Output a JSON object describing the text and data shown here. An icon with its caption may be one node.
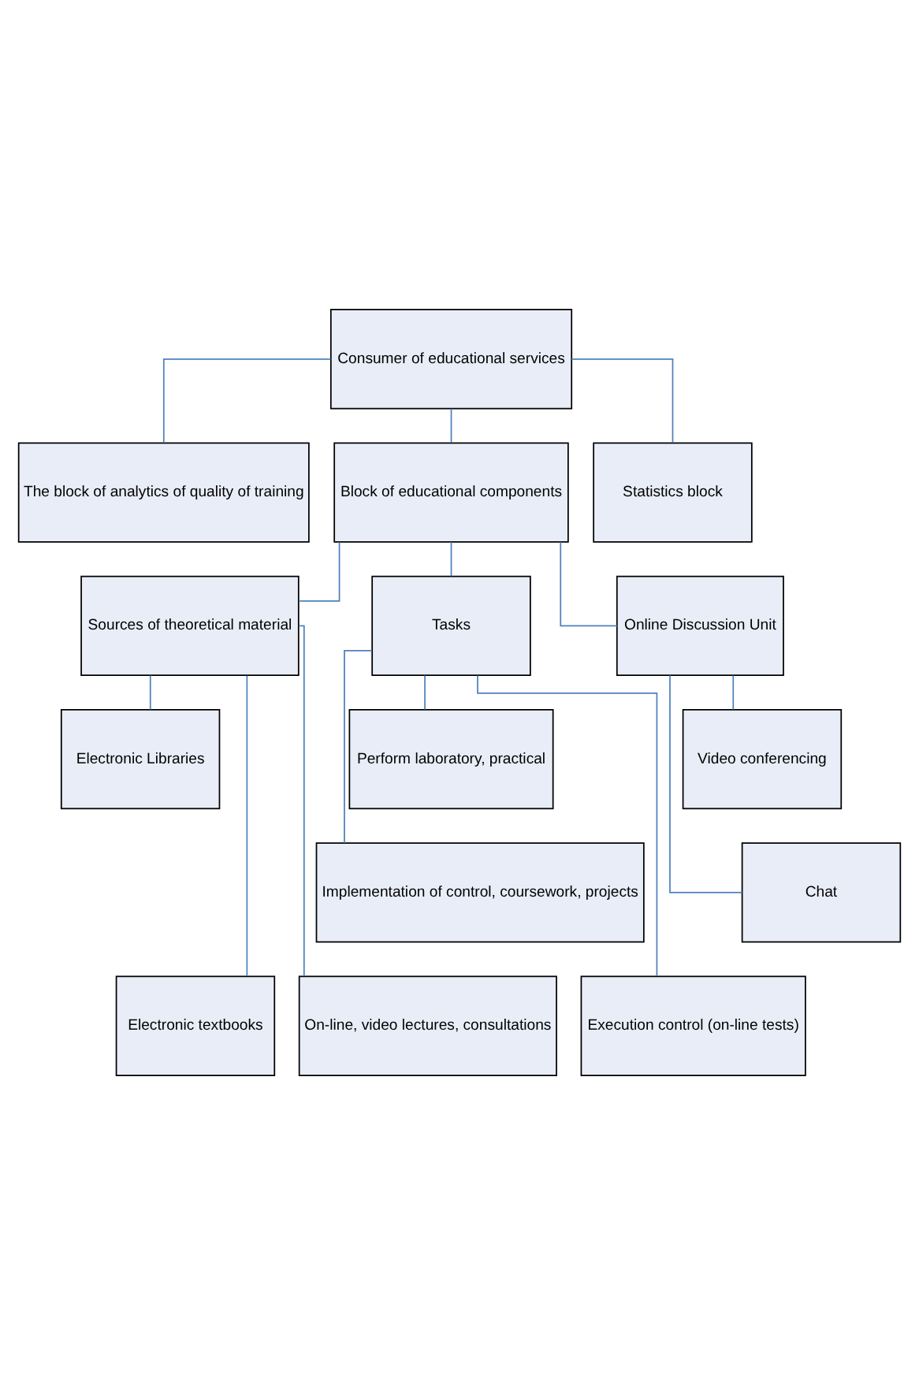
{
  "diagram": {
    "nodes": [
      {
        "text": [
          "Consumer of educational services"
        ]
      },
      {
        "text": [
          "The block of analytics of quality of training"
        ]
      },
      {
        "text": [
          "Block of educational components"
        ]
      },
      {
        "text": [
          "Statistics block"
        ]
      },
      {
        "text": [
          "Sources of theoretical material"
        ]
      },
      {
        "text": [
          "Tasks"
        ]
      },
      {
        "text": [
          "Online Discussion Unit"
        ]
      },
      {
        "text": [
          "Electronic Libraries"
        ]
      },
      {
        "text": [
          "Electronic textbooks"
        ]
      },
      {
        "text": [
          "On-line, video lectures, consultations"
        ]
      },
      {
        "text": [
          "Perform laboratory, practical"
        ]
      },
      {
        "text": [
          "Implementation of control, coursework, projects"
        ]
      },
      {
        "text": [
          "Execution control (on-line tests)"
        ]
      },
      {
        "text": [
          "Video conferencing"
        ]
      },
      {
        "text": [
          "Chat"
        ]
      }
    ],
    "edges": [
      {
        "from": 0,
        "to": 1,
        "arrow": "none"
      },
      {
        "from": 0,
        "to": 2,
        "arrow": "none"
      },
      {
        "from": 0,
        "to": 3,
        "arrow": "none"
      },
      {
        "from": 2,
        "to": 4,
        "arrow": "none"
      },
      {
        "from": 2,
        "to": 5,
        "arrow": "none"
      },
      {
        "from": 2,
        "to": 6,
        "arrow": "none"
      },
      {
        "from": 4,
        "to": 7,
        "arrow": "none"
      },
      {
        "from": 4,
        "to": 8,
        "arrow": "none"
      },
      {
        "from": 4,
        "to": 9,
        "arrow": "none"
      },
      {
        "from": 5,
        "to": 10,
        "arrow": "none"
      },
      {
        "from": 5,
        "to": 11,
        "arrow": "none"
      },
      {
        "from": 5,
        "to": 12,
        "arrow": "none"
      },
      {
        "from": 6,
        "to": 13,
        "arrow": "none"
      },
      {
        "from": 6,
        "to": 14,
        "arrow": "none"
      }
    ]
  }
}
